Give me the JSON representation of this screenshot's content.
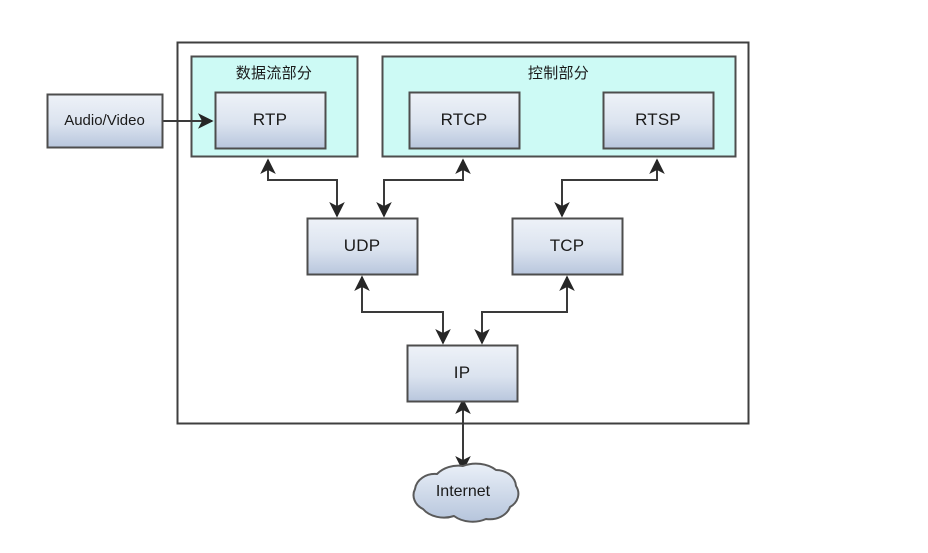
{
  "diagram": {
    "title": "RTP/RTCP/RTSP protocol stack diagram",
    "colors": {
      "panel_fill": "#cdfaf5",
      "panel_stroke": "#4d4d4d",
      "box_fill_top": "#eef2f8",
      "box_fill_bottom": "#b8c6dd",
      "box_stroke": "#4d4d4d",
      "container_stroke": "#3f3f3f",
      "cloud_fill_top": "#e8eef7",
      "cloud_fill_bottom": "#b9c7dd",
      "arrow_stroke": "#3a3a3a",
      "page_background": "#ffffff",
      "text": "#1a1a1a"
    },
    "container": {
      "name": "protocol-stack-container"
    },
    "panels": [
      {
        "id": "data-stream",
        "label": "数据流部分"
      },
      {
        "id": "control",
        "label": "控制部分"
      }
    ],
    "nodes": [
      {
        "id": "audio-video",
        "label": "Audio/Video"
      },
      {
        "id": "rtp",
        "label": "RTP"
      },
      {
        "id": "rtcp",
        "label": "RTCP"
      },
      {
        "id": "rtsp",
        "label": "RTSP"
      },
      {
        "id": "udp",
        "label": "UDP"
      },
      {
        "id": "tcp",
        "label": "TCP"
      },
      {
        "id": "ip",
        "label": "IP"
      },
      {
        "id": "internet",
        "label": "Internet"
      }
    ],
    "connections": [
      {
        "from": "audio-video",
        "to": "rtp",
        "style": "single-arrow"
      },
      {
        "from": "rtp",
        "to": "udp",
        "style": "elbow-double"
      },
      {
        "from": "rtcp",
        "to": "udp",
        "style": "elbow-double"
      },
      {
        "from": "rtsp",
        "to": "tcp",
        "style": "elbow-double"
      },
      {
        "from": "udp",
        "to": "ip",
        "style": "elbow-double"
      },
      {
        "from": "tcp",
        "to": "ip",
        "style": "elbow-double"
      },
      {
        "from": "ip",
        "to": "internet",
        "style": "double-arrow"
      }
    ]
  }
}
